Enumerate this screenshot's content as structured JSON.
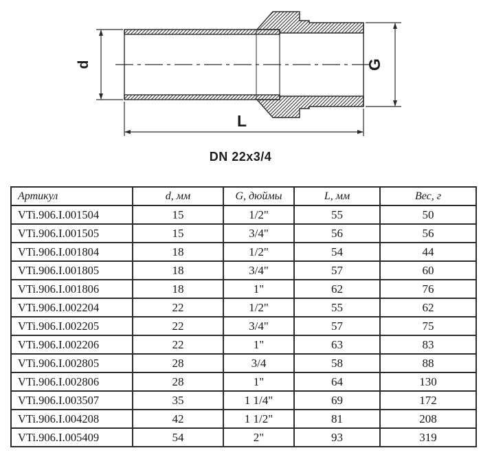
{
  "page": {
    "background": "#ffffff"
  },
  "drawing": {
    "caption": "DN 22x3/4",
    "dim_labels": {
      "d": "d",
      "G": "G",
      "L": "L"
    },
    "line_color": "#2b2b2b"
  },
  "table": {
    "headers": [
      "Артикул",
      "d, мм",
      "G, дюймы",
      "L, мм",
      "Вес, г"
    ],
    "rows": [
      [
        "VTi.906.I.001504",
        "15",
        "1/2\"",
        "55",
        "50"
      ],
      [
        "VTi.906.I.001505",
        "15",
        "3/4\"",
        "56",
        "56"
      ],
      [
        "VTi.906.I.001804",
        "18",
        "1/2\"",
        "54",
        "44"
      ],
      [
        "VTi.906.I.001805",
        "18",
        "3/4\"",
        "57",
        "60"
      ],
      [
        "VTi.906.I.001806",
        "18",
        "1\"",
        "62",
        "76"
      ],
      [
        "VTi.906.I.002204",
        "22",
        "1/2\"",
        "55",
        "62"
      ],
      [
        "VTi.906.I.002205",
        "22",
        "3/4\"",
        "57",
        "75"
      ],
      [
        "VTi.906.I.002206",
        "22",
        "1\"",
        "63",
        "83"
      ],
      [
        "VTi.906.I.002805",
        "28",
        "3/4",
        "58",
        "88"
      ],
      [
        "VTi.906.I.002806",
        "28",
        "1\"",
        "64",
        "130"
      ],
      [
        "VTi.906.I.003507",
        "35",
        "1 1/4\"",
        "69",
        "172"
      ],
      [
        "VTi.906.I.004208",
        "42",
        "1 1/2\"",
        "81",
        "208"
      ],
      [
        "VTi.906.I.005409",
        "54",
        "2\"",
        "93",
        "319"
      ]
    ]
  }
}
